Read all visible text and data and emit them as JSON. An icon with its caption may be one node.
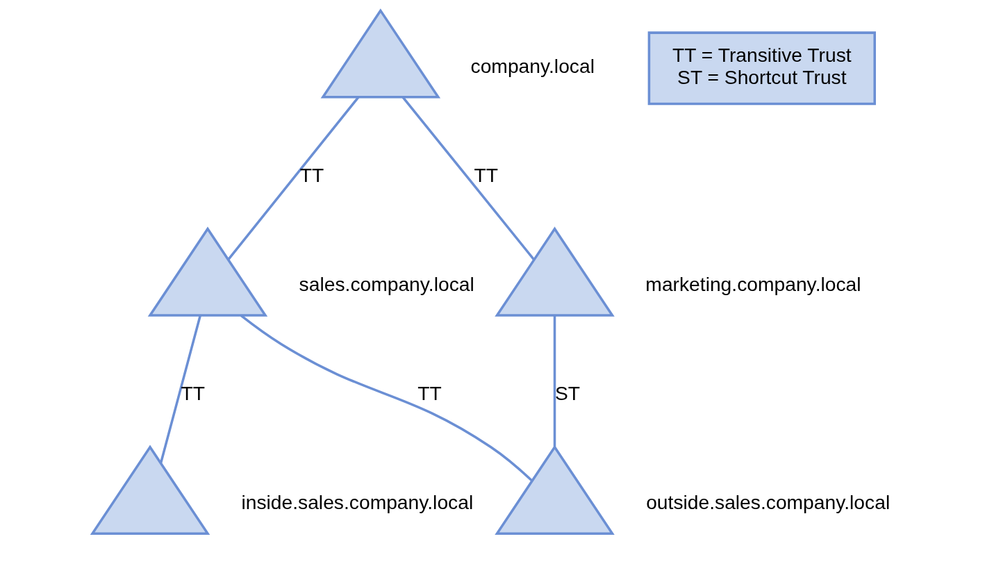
{
  "diagram": {
    "nodes": [
      {
        "text": [],
        "shape": "triangle",
        "beside": [
          "company.local"
        ]
      },
      {
        "text": [
          "TT = Transitive Trust",
          "ST = Shortcut Trust"
        ]
      },
      {
        "text": [],
        "shape": "triangle",
        "beside": [
          "sales.company.local"
        ]
      },
      {
        "text": [],
        "shape": "triangle",
        "beside": [
          "marketing.company.local"
        ]
      },
      {
        "text": [],
        "shape": "triangle",
        "beside": [
          "inside.sales.company.local"
        ]
      },
      {
        "text": [],
        "shape": "triangle",
        "beside": [
          "outside.sales.company.local"
        ]
      }
    ],
    "edges": [
      {
        "from": 0,
        "to": 2,
        "arrow": "none",
        "label": "TT"
      },
      {
        "from": 0,
        "to": 3,
        "arrow": "none",
        "label": "TT"
      },
      {
        "from": 2,
        "to": 4,
        "arrow": "none",
        "label": "TT"
      },
      {
        "from": 2,
        "to": 5,
        "arrow": "none",
        "label": "TT"
      },
      {
        "from": 3,
        "to": 5,
        "arrow": "none",
        "label": "ST"
      }
    ]
  }
}
